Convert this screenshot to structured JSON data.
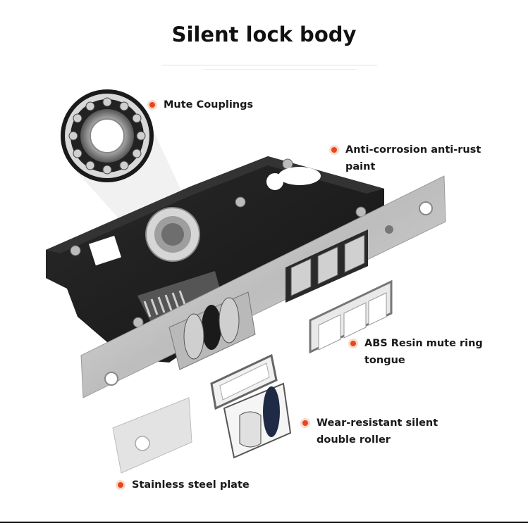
{
  "title": "Silent lock body",
  "callouts": {
    "mute_couplings": "Mute Couplings",
    "anti_corrosion": "Anti-corrosion anti-rust paint",
    "abs_resin": "ABS Resin mute ring tongue",
    "wear_resistant": "Wear-resistant silent double roller",
    "stainless_plate": "Stainless steel plate"
  },
  "icons": {
    "bearing": "ball-bearing-icon",
    "lock": "mortise-lock-body",
    "ring": "mute-ring-frame",
    "roller": "double-roller-latch",
    "plate": "steel-plate"
  },
  "colors": {
    "accent_dot": "#e8471c",
    "body_black": "#1c1c1c",
    "steel": "#c9c9c9"
  }
}
